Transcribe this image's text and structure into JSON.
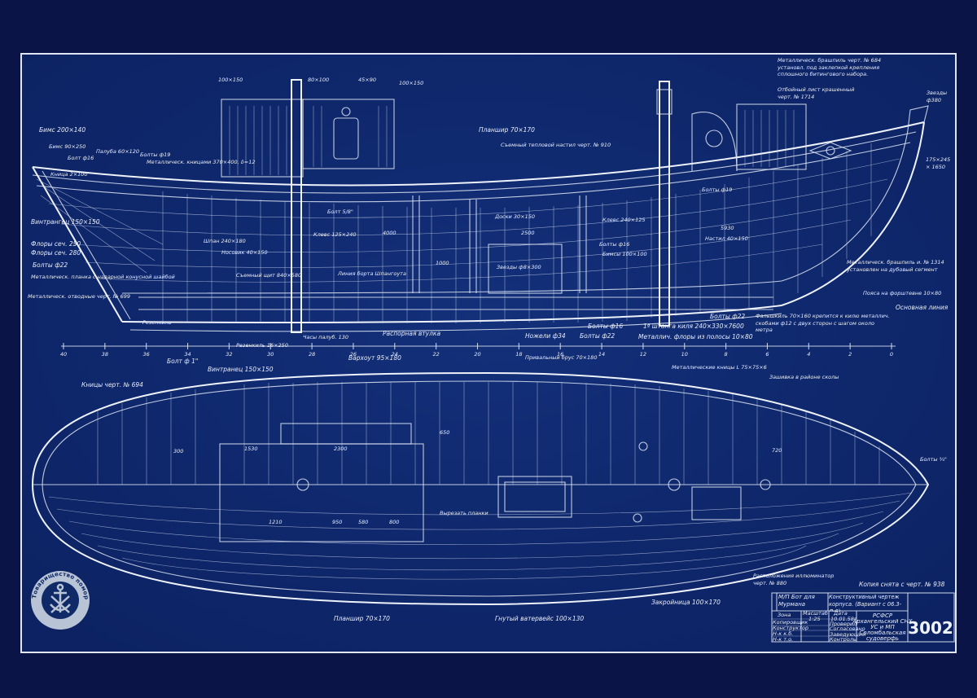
{
  "drawing": {
    "profile_labels": {
      "bimsy_200x140": "Бимс 200×140",
      "bims_90x250": "Бимс 90×250",
      "bolt_16": "Болт ф16",
      "palub_60x120": "Палуба 60×120",
      "bolty_19": "Болты ф19",
      "metal_knee": "Металлическ. кницами 370×400, δ=12",
      "kniss": "Кница 2×100",
      "vintrinets": "Винтрангец 150×150",
      "flory_250": "Флоры сеч. 250",
      "flory_280": "Флоры сеч. 280",
      "bolty_22": "Болты ф22",
      "metal_planka": "Металлическ. планка с наварной конусной шайбой",
      "metal_otvod": "Металлическ. отводные черт. № 699",
      "bolt_1in": "Болт ф 1\"",
      "shpan": "Шпан 240×180",
      "klyets": "Клевс 125×240",
      "bolt_58": "Болт 5/8\"",
      "planshir": "Планшир 70×170",
      "s_nastil": "Съемный тепловой настил черт. № 910",
      "doski": "Доски 30×150",
      "klyets2": "Клевс 240×125",
      "bolty_19b": "Болты ф19",
      "nastil": "Настил 40×150",
      "bimsy_100": "Бимсы 100×100",
      "bolty_16": "Болты ф16",
      "zvezdy": "Звезды ф8×300",
      "nosovik": "Носовик 40×150",
      "shiv": "Съемный щит 840×580",
      "lin_borta": "Линия борта Шпангоута",
      "rezenkil": "Резенкиль",
      "rezenkil2": "Резенкиль 16×250",
      "chasy": "Часы палуб. 130",
      "rasp_vtulka": "Распорная втулка",
      "nozheli": "Ножели ф34",
      "bolty_22b": "Болты ф22",
      "bolty_16b": "Болты ф16",
      "shtanga": "1ª штанга киля 240×330×7600",
      "metal_flory": "Металлич. флоры из полосы 10×80",
      "falshkil": "Фальшкиль 70×160 крепится к килю металлич. скобами ф12 с двух сторон с шагом около метра",
      "bolty_22c": "Болты ф22",
      "osn_liniya": "Основная линия",
      "poyas": "Пояса на форштевне 10×80",
      "metal_bracket": "Металлическ. брашпиль и. № 1314 установлен на дубовый сегмент",
      "metal_top": "Металлическ. брашпиль черт. № 684 установл. под заклепкой крепления сплошного битингового набора.",
      "otbojny": "Отбойный лист крашенный черт. № 1714",
      "zvezdy_380": "Звезды ф380",
      "stem_dim": "175×245 × 1650",
      "sizes_top": [
        "100×150",
        "80×100",
        "45×90",
        "100×150"
      ],
      "dims": [
        "4000",
        "2500",
        "5930",
        "1000"
      ]
    },
    "scale_ticks": [
      "40",
      "38",
      "36",
      "34",
      "32",
      "30",
      "28",
      "26",
      "24",
      "22",
      "20",
      "18",
      "16",
      "14",
      "12",
      "10",
      "8",
      "6",
      "4",
      "2",
      "0"
    ],
    "plan_labels": {
      "vintrinets": "Винтранец 150×150",
      "knees": "Кницы черт. № 694",
      "varkhout": "Вархоут 95×180",
      "privalny": "Привальный брус 70×180",
      "metal_knees": "Металлические кницы L 75×75×6",
      "zashivka": "Зашивка в районе сколы",
      "bolty_34": "Болты ¾\"",
      "planshir": "Планшир 70×170",
      "gnuty": "Гнутый ватервейс 100×130",
      "zakraynitsa": "Закройница 100×170",
      "raspolozh": "Расположения иллюминатор черт. № 880",
      "vyrezat": "Вырезать планки",
      "sizes": [
        "1530",
        "2300",
        "300",
        "650",
        "720",
        "1210",
        "950",
        "580",
        "800"
      ]
    },
    "copy_note": "Копия снята с черт. № 938"
  },
  "title_block": {
    "vessel": "М/П Бот для Мурмана",
    "doc_title": "Конструктивный чертеж корпуса. (Вариант с 06.3-Д-6)",
    "zona_label": "Зона",
    "scale_label": "Масштаб",
    "scale_value": "1:25",
    "date_label": "Дата",
    "date_value": "10.01.58г.",
    "roles": [
      "Копировщик",
      "Конструктор",
      "Н-к к.б.",
      "Н-к т.о."
    ],
    "roles2": [
      "Проверил",
      "Согласовано",
      "Заведующий",
      "Контроль"
    ],
    "org_lines": [
      "РСФСР",
      "Архангельский СНХ",
      "УС и МП",
      "Соломбальская",
      "судоверфь"
    ],
    "number": "3002"
  },
  "logo": {
    "text": "Товарищество поморского судостроения"
  },
  "colors": {
    "paper": "#0a1446",
    "field": "#0f2a66",
    "lines": "#e4eaf7"
  }
}
